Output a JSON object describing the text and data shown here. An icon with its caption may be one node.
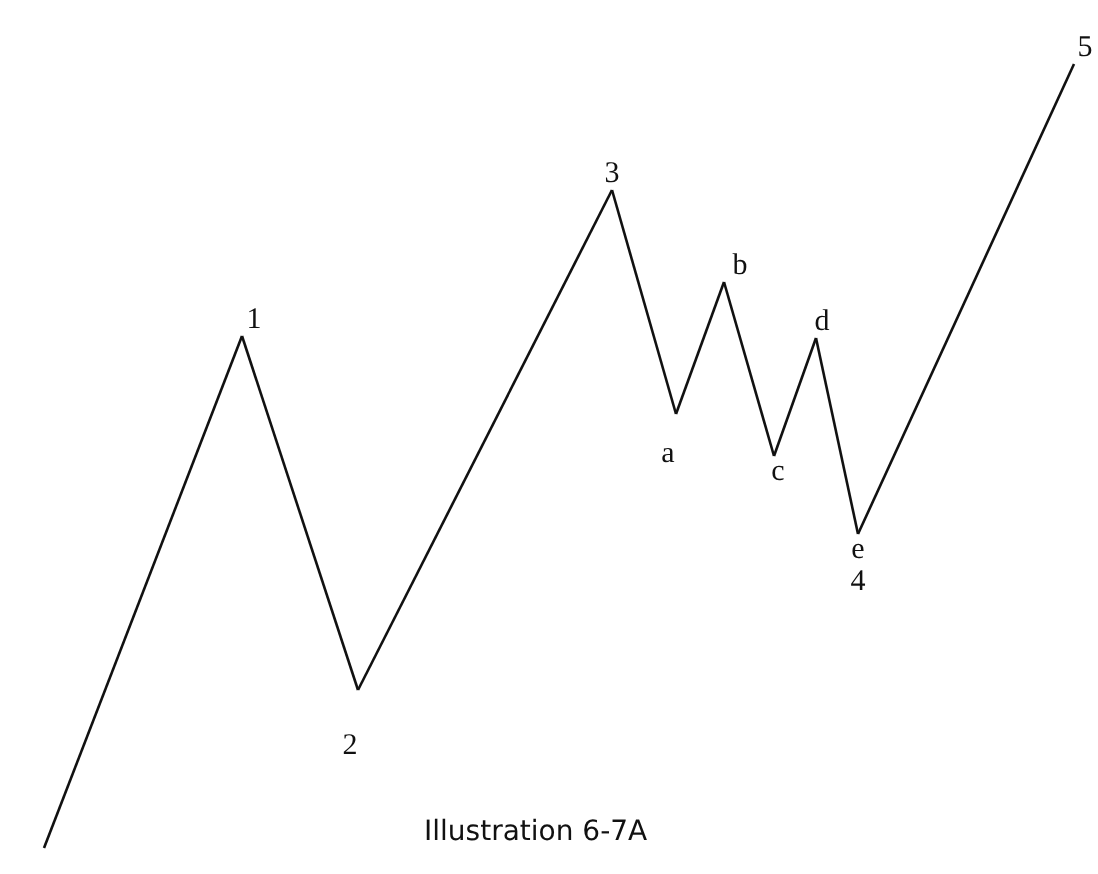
{
  "diagram": {
    "caption": "Illustration 6-7A",
    "nodes": [
      {
        "text": [
          "1"
        ]
      },
      {
        "text": [
          "2"
        ]
      },
      {
        "text": [
          "3"
        ]
      },
      {
        "text": [
          "a"
        ]
      },
      {
        "text": [
          "b"
        ]
      },
      {
        "text": [
          "c"
        ]
      },
      {
        "text": [
          "d"
        ]
      },
      {
        "text": [
          "e",
          "4"
        ]
      },
      {
        "text": [
          "5"
        ]
      }
    ],
    "edges": [
      {
        "from": null,
        "to": 0,
        "arrow": "none"
      },
      {
        "from": 0,
        "to": 1,
        "arrow": "none"
      },
      {
        "from": 1,
        "to": 2,
        "arrow": "none"
      },
      {
        "from": 2,
        "to": 3,
        "arrow": "none"
      },
      {
        "from": 3,
        "to": 4,
        "arrow": "none"
      },
      {
        "from": 4,
        "to": 5,
        "arrow": "none"
      },
      {
        "from": 5,
        "to": 6,
        "arrow": "none"
      },
      {
        "from": 6,
        "to": 7,
        "arrow": "none"
      },
      {
        "from": 7,
        "to": 8,
        "arrow": "none"
      }
    ]
  }
}
